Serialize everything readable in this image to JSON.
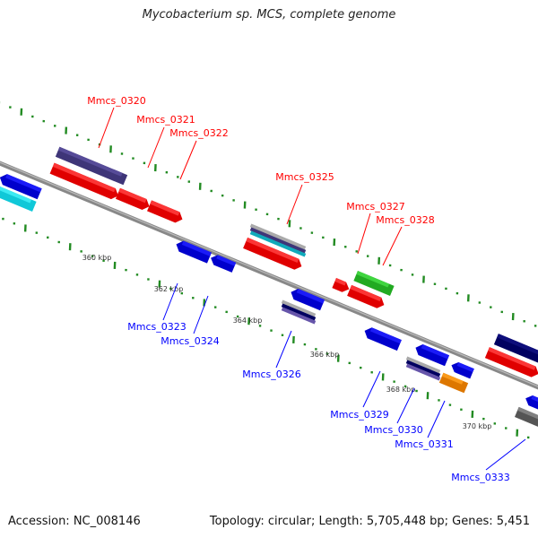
{
  "title": "Mycobacterium sp. MCS, complete genome",
  "footer": {
    "accession": "Accession: NC_008146",
    "topology": "Topology: circular; Length: 5,705,448 bp; Genes: 5,451"
  },
  "colors": {
    "forward_label": "#ff0000",
    "reverse_label": "#0000ff",
    "backbone": "#888888",
    "tick": "#228b22"
  },
  "scale_labels": [
    "360 kbp",
    "362 kbp",
    "364 kbp",
    "366 kbp",
    "368 kbp",
    "370 kbp"
  ],
  "forward_labels": [
    "Mmcs_0320",
    "Mmcs_0321",
    "Mmcs_0322",
    "Mmcs_0325",
    "Mmcs_0327",
    "Mmcs_0328"
  ],
  "reverse_labels": [
    "Mmcs_0323",
    "Mmcs_0324",
    "Mmcs_0326",
    "Mmcs_0329",
    "Mmcs_0330",
    "Mmcs_0331",
    "Mmcs_0333"
  ]
}
